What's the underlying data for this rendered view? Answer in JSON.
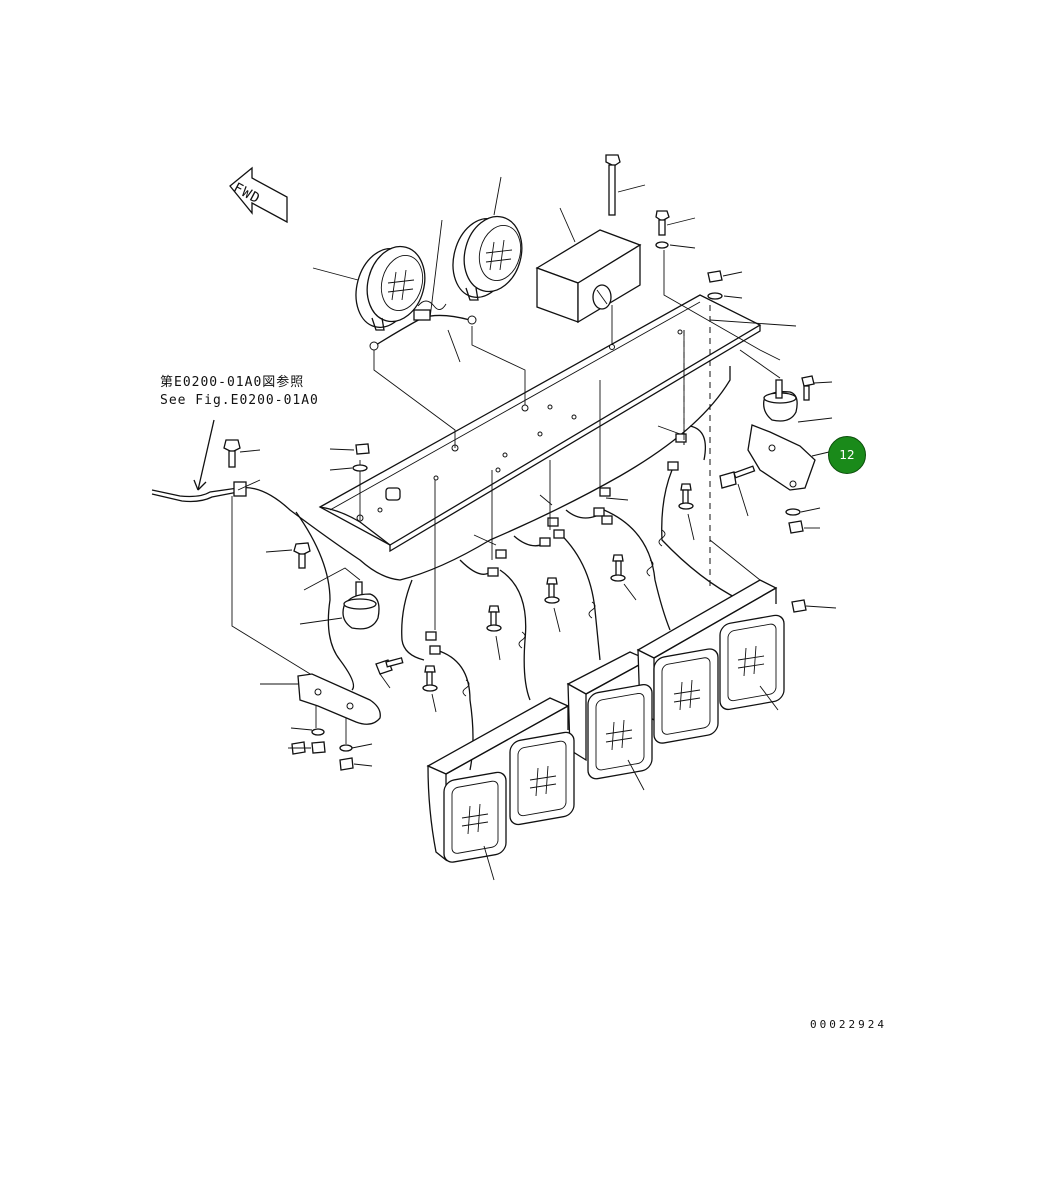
{
  "reference": {
    "jp": "第E0200-01A0図参照",
    "en": "See Fig.E0200-01A0"
  },
  "orientation": {
    "label": "FWD"
  },
  "callout": {
    "number": "12",
    "color": "#1a8a1a"
  },
  "drawing_number": "00022924"
}
